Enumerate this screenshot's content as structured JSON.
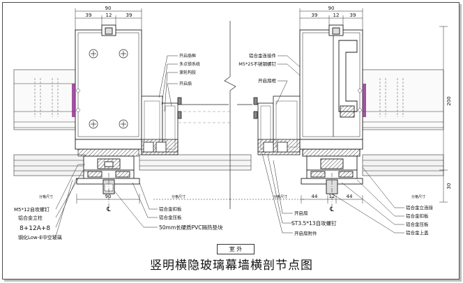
{
  "title": "竖明横隐玻璃幕墙横剖节点图",
  "room_label": "室 外",
  "left_dims": {
    "total": "90",
    "a": "39",
    "b": "12",
    "c": "39",
    "bottom": "90",
    "cl": "℄"
  },
  "right_dims": {
    "total": "90",
    "a": "39",
    "b": "12",
    "c": "39",
    "v1": "200",
    "v2": "30",
    "b1": "44",
    "b2": "12",
    "b3": "44",
    "cl": "℄"
  },
  "small_labels": {
    "width_l1": "分格尺寸",
    "width_l2": "分格尺寸",
    "width_r1": "分格尺寸",
    "width_r2": "分格尺寸"
  },
  "left_callouts": [
    "M5*12自攻螺钉",
    "铝合金立柱",
    "8+12A+8",
    "钢化Low-E中空玻璃"
  ],
  "center_top_callouts": [
    "开启扇框",
    "多点锁系统",
    "滚轮构胶",
    "开启扇"
  ],
  "center_bottom_callouts": [
    "铝合金扣板",
    "铝合金压板",
    "50mm长硬质PVC隔热垫块"
  ],
  "right_top_callouts": [
    "铝合金连接件",
    "M5*25不锈钢螺钉",
    "开启扇框"
  ],
  "right_bottom_callouts": [
    "开启扇",
    "ST3.5*13自攻螺钉",
    "开启扇附件"
  ],
  "far_right_callouts": [
    "铝合金立连接",
    "铝合金扣板",
    "铝合金压板",
    "铝合金上盖"
  ],
  "colors": {
    "line": "#1a1a1a",
    "glass": "#9aa0a6",
    "hatch": "#555555",
    "accent": "#8b2a8b"
  }
}
